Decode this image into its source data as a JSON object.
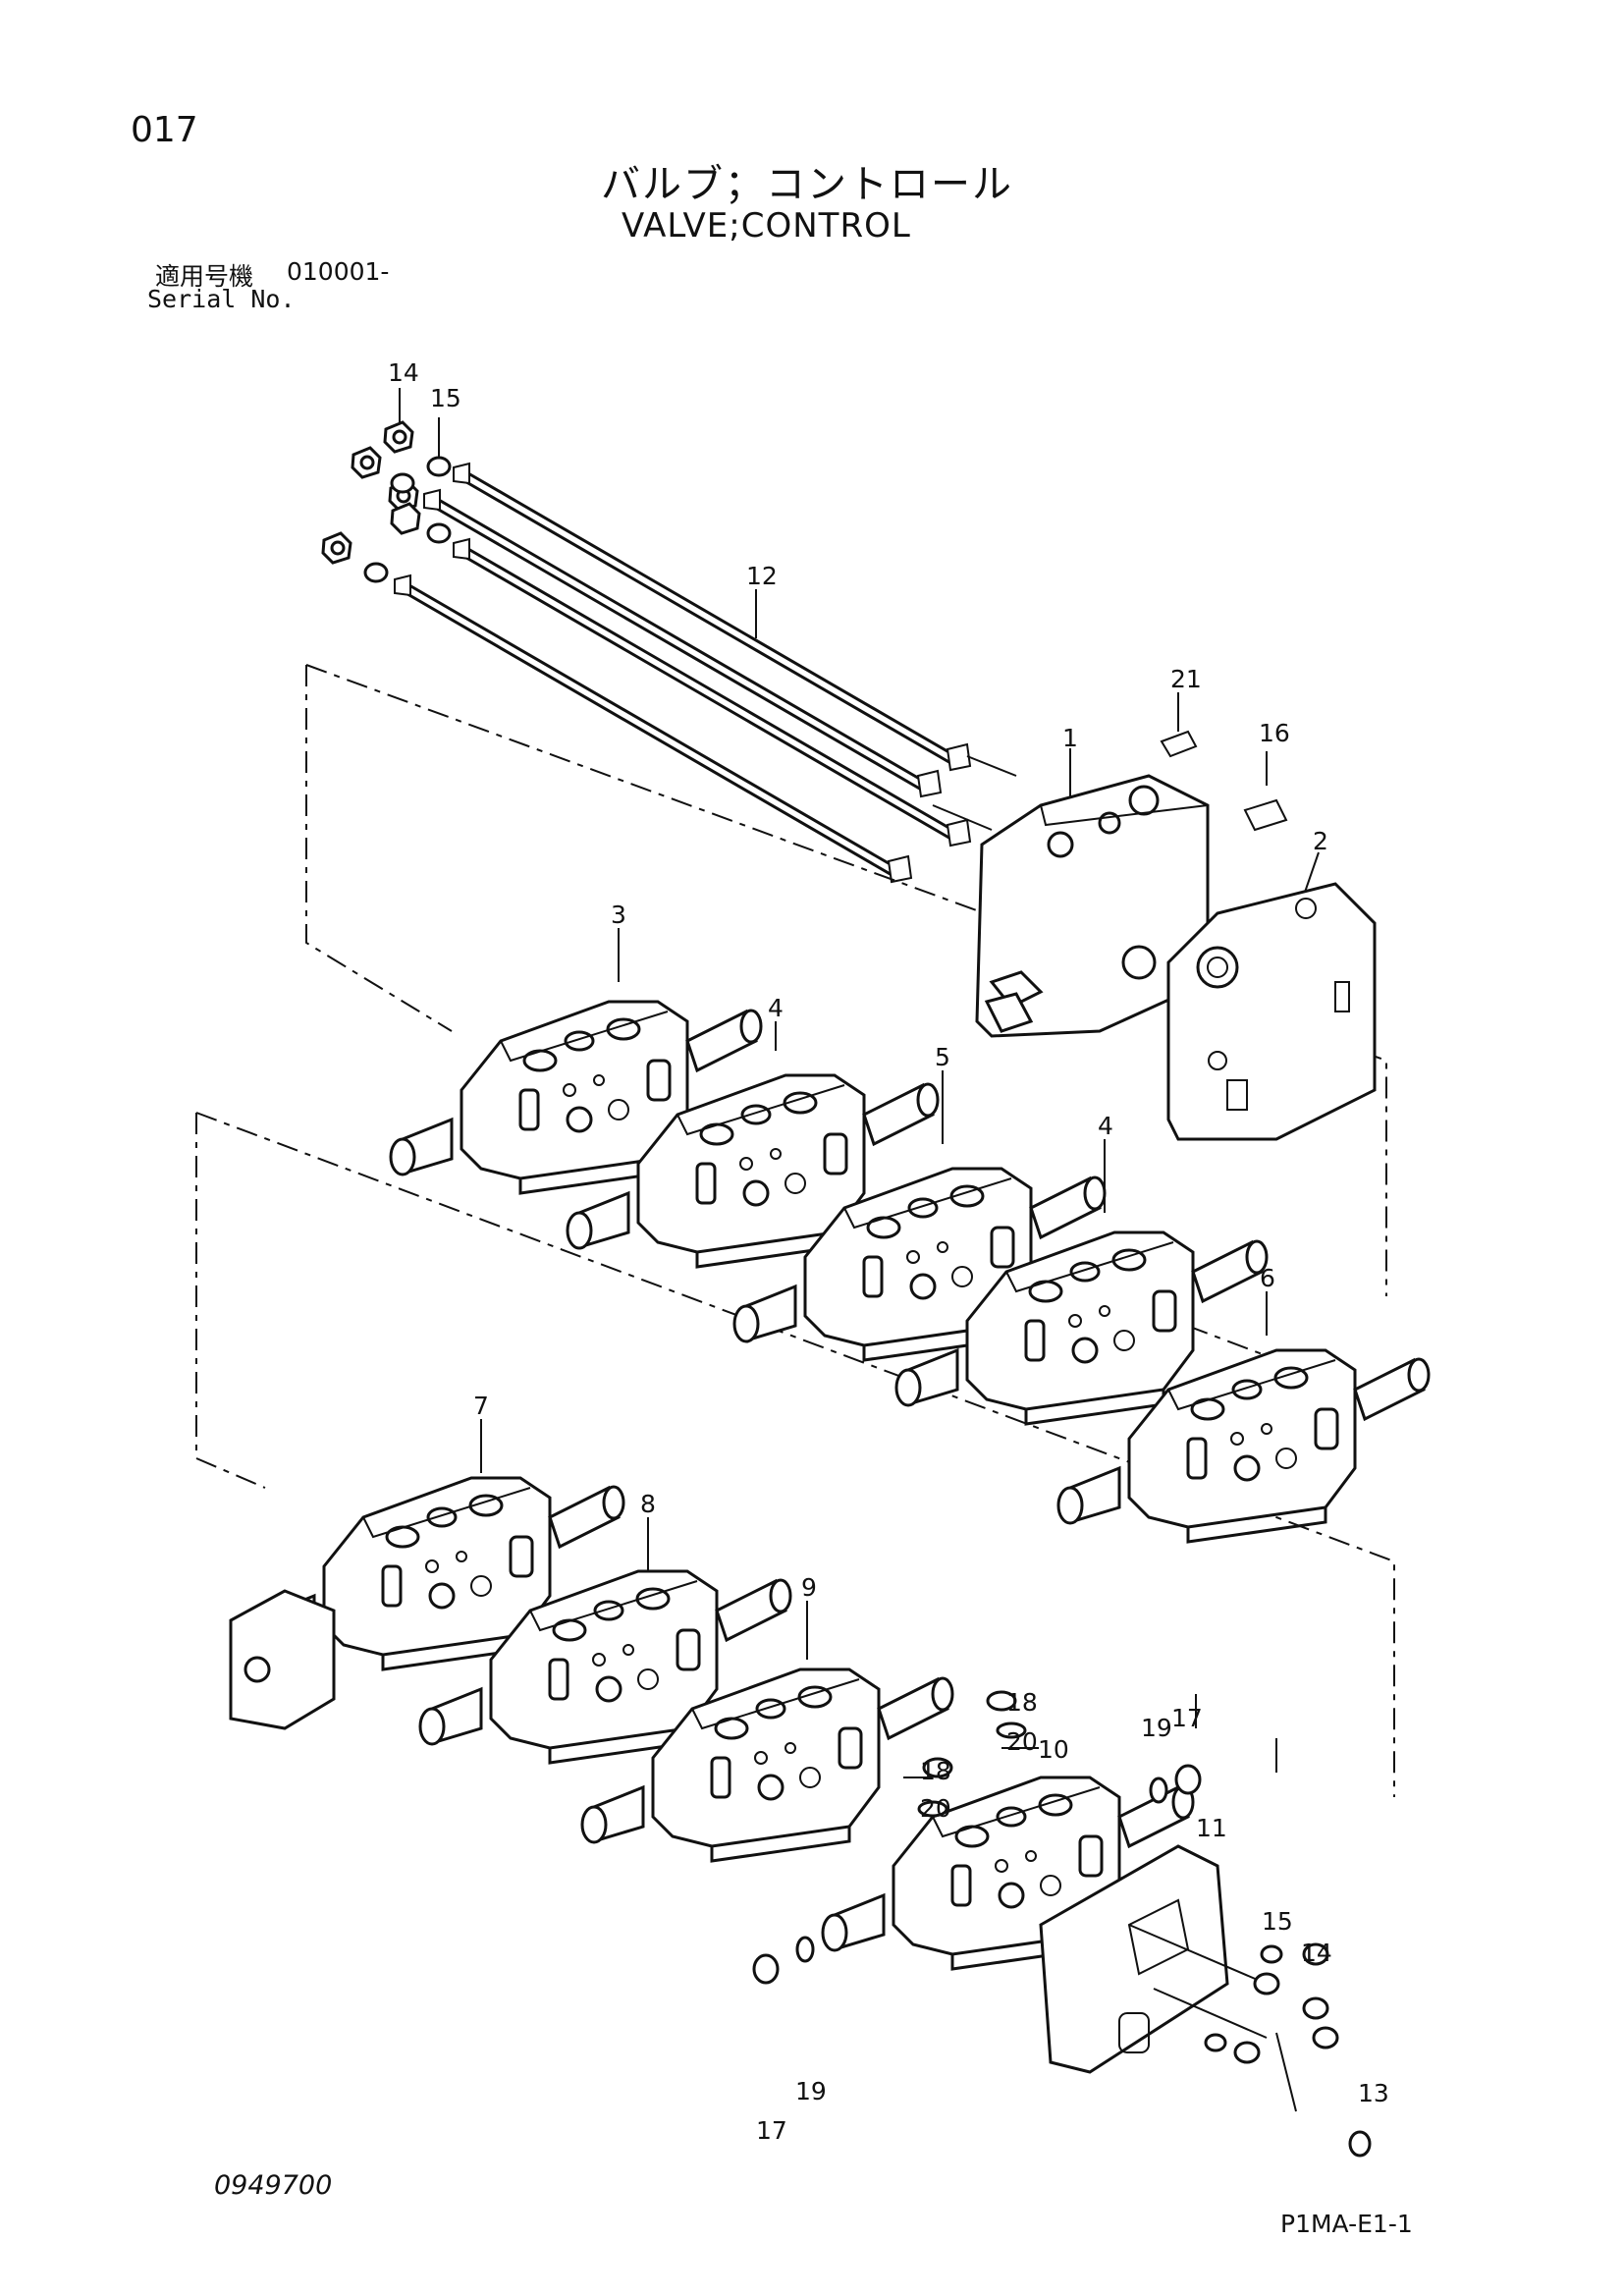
{
  "header": {
    "page_number": "017",
    "title_ja": "バルブ；コントロール",
    "title_en": "VALVE;CONTROL",
    "serial_label_ja": "適用号機",
    "serial_value": "010001-",
    "serial_label_en": "Serial No."
  },
  "footer": {
    "document_number": "0949700",
    "page_code": "P1MA-E1-1"
  },
  "callouts": [
    "14",
    "15",
    "12",
    "21",
    "1",
    "16",
    "2",
    "3",
    "4",
    "5",
    "4",
    "6",
    "7",
    "8",
    "9",
    "18",
    "20",
    "10",
    "18",
    "20",
    "19",
    "17",
    "11",
    "15",
    "14",
    "13",
    "17",
    "19"
  ]
}
